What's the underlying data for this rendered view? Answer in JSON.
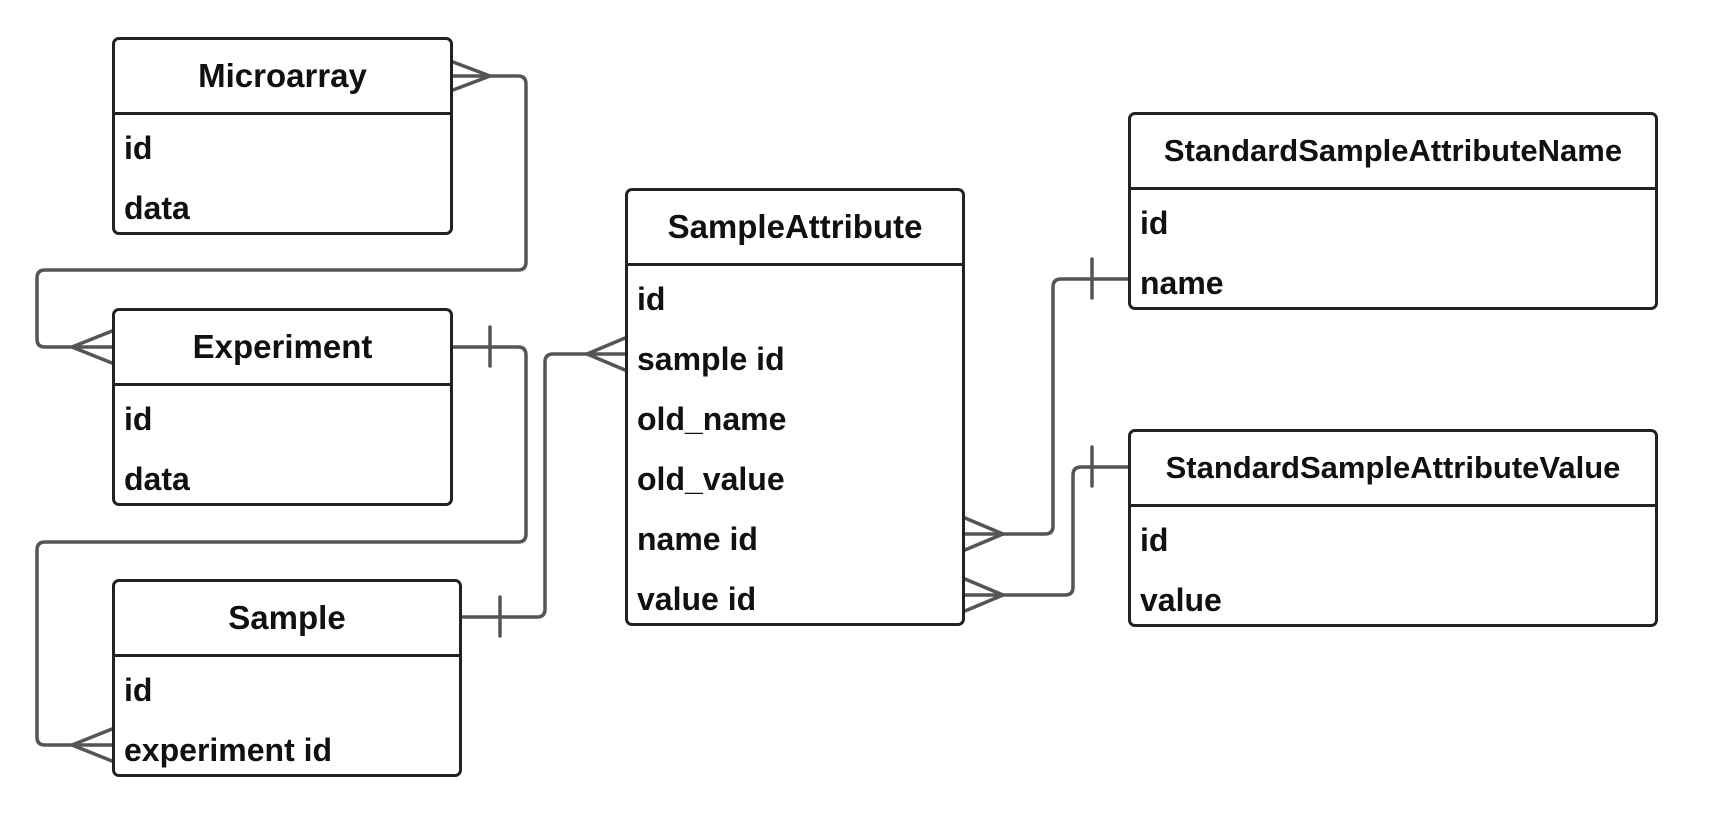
{
  "diagram": {
    "entities": [
      {
        "key": "microarray",
        "name": "Microarray",
        "fields": [
          "id",
          "data"
        ]
      },
      {
        "key": "experiment",
        "name": "Experiment",
        "fields": [
          "id",
          "data"
        ]
      },
      {
        "key": "sample",
        "name": "Sample",
        "fields": [
          "id",
          "experiment id"
        ]
      },
      {
        "key": "sampleattribute",
        "name": "SampleAttribute",
        "fields": [
          "id",
          "sample id",
          "old_name",
          "old_value",
          "name id",
          "value id"
        ]
      },
      {
        "key": "stdname",
        "name": "StandardSampleAttributeName",
        "fields": [
          "id",
          "name"
        ]
      },
      {
        "key": "stdvalue",
        "name": "StandardSampleAttributeValue",
        "fields": [
          "id",
          "value"
        ]
      }
    ],
    "relationships": [
      {
        "from": "Microarray",
        "from_end": "many",
        "to": "Experiment",
        "to_end": "many"
      },
      {
        "from": "Experiment",
        "from_end": "one",
        "to": "Sample.experiment id",
        "to_end": "many"
      },
      {
        "from": "Sample",
        "from_end": "one",
        "to": "SampleAttribute.sample id",
        "to_end": "many"
      },
      {
        "from": "StandardSampleAttributeName.name",
        "from_end": "one",
        "to": "SampleAttribute.name id",
        "to_end": "many"
      },
      {
        "from": "StandardSampleAttributeValue",
        "from_end": "one",
        "to": "SampleAttribute.value id",
        "to_end": "many"
      }
    ],
    "colors": {
      "border": "#222222",
      "connector": "#555555",
      "text": "#111111"
    }
  }
}
